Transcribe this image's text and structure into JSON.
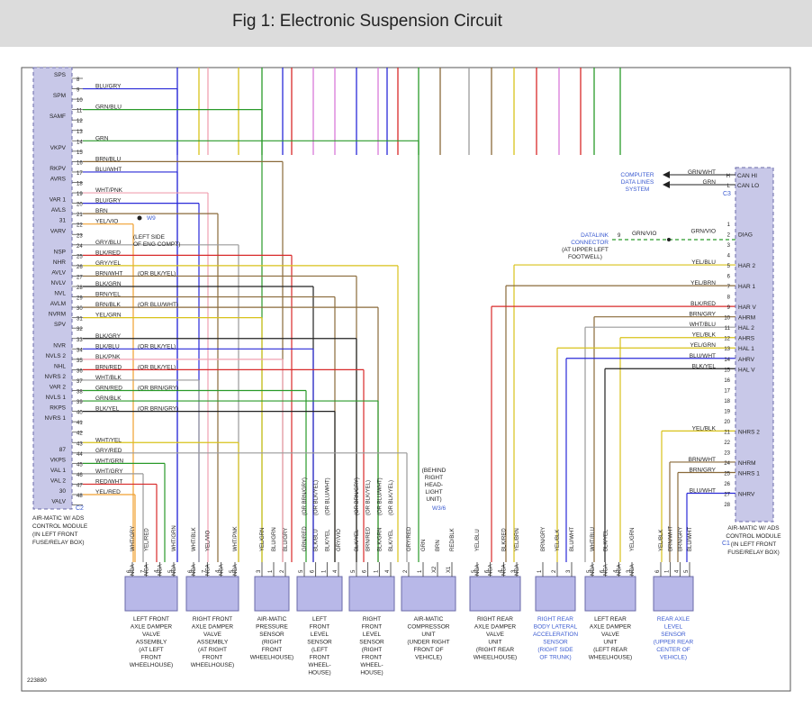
{
  "header": {
    "title": "Fig 1: Electronic Suspension Circuit"
  },
  "colors": {
    "blue": "#2a2ad8",
    "green": "#2a9a2a",
    "red": "#d82a2a",
    "yellow": "#d8c21a",
    "violet": "#d87ad8",
    "brown": "#8a6a3a",
    "gray": "#9a9a9a",
    "pink": "#f0a0b0",
    "orange": "#f0a030",
    "black": "#222222",
    "module": "#c8c8e8",
    "box": "#b8b8e8",
    "accent": "#3a5ad0"
  },
  "left_module": {
    "pins": [
      {
        "pin": "8",
        "fn": "SPS",
        "wire": "",
        "color": "",
        "note": ""
      },
      {
        "pin": "9",
        "fn": "",
        "wire": "BLU/GRY",
        "color": "blue",
        "note": ""
      },
      {
        "pin": "10",
        "fn": "SPM",
        "wire": "",
        "color": "",
        "note": ""
      },
      {
        "pin": "11",
        "fn": "",
        "wire": "GRN/BLU",
        "color": "green",
        "note": ""
      },
      {
        "pin": "12",
        "fn": "SAMF",
        "wire": "",
        "color": "",
        "note": ""
      },
      {
        "pin": "13",
        "fn": "",
        "wire": "",
        "color": "",
        "note": ""
      },
      {
        "pin": "14",
        "fn": "",
        "wire": "GRN",
        "color": "green",
        "note": ""
      },
      {
        "pin": "15",
        "fn": "VKPV",
        "wire": "",
        "color": "",
        "note": ""
      },
      {
        "pin": "16",
        "fn": "",
        "wire": "BRN/BLU",
        "color": "brown",
        "note": ""
      },
      {
        "pin": "17",
        "fn": "RKPV",
        "wire": "BLU/WHT",
        "color": "blue",
        "note": ""
      },
      {
        "pin": "18",
        "fn": "AVRS",
        "wire": "",
        "color": "",
        "note": ""
      },
      {
        "pin": "19",
        "fn": "",
        "wire": "WHT/PNK",
        "color": "pink",
        "note": ""
      },
      {
        "pin": "20",
        "fn": "VAR 1",
        "wire": "BLU/GRY",
        "color": "blue",
        "note": ""
      },
      {
        "pin": "21",
        "fn": "AVLS",
        "wire": "BRN",
        "color": "brown",
        "note": ""
      },
      {
        "pin": "22",
        "fn": "31",
        "wire": "YEL/VIO",
        "color": "orange",
        "note": ""
      },
      {
        "pin": "23",
        "fn": "VARV",
        "wire": "",
        "color": "",
        "note": ""
      },
      {
        "pin": "24",
        "fn": "",
        "wire": "GRY/BLU",
        "color": "gray",
        "note": ""
      },
      {
        "pin": "25",
        "fn": "NSP",
        "wire": "BLK/RED",
        "color": "red",
        "note": ""
      },
      {
        "pin": "26",
        "fn": "NHR",
        "wire": "GRY/YEL",
        "color": "yellow",
        "note": ""
      },
      {
        "pin": "27",
        "fn": "AVLV",
        "wire": "BRN/WHT",
        "color": "brown",
        "note": "(OR BLK/YEL)"
      },
      {
        "pin": "28",
        "fn": "NVLV",
        "wire": "BLK/GRN",
        "color": "black",
        "note": ""
      },
      {
        "pin": "29",
        "fn": "NVL",
        "wire": "BRN/YEL",
        "color": "brown",
        "note": ""
      },
      {
        "pin": "30",
        "fn": "AVLM",
        "wire": "BRN/BLK",
        "color": "brown",
        "note": "(OR BLU/WHT)"
      },
      {
        "pin": "31",
        "fn": "NVRM",
        "wire": "YEL/GRN",
        "color": "yellow",
        "note": ""
      },
      {
        "pin": "32",
        "fn": "SPV",
        "wire": "",
        "color": "",
        "note": ""
      },
      {
        "pin": "33",
        "fn": "",
        "wire": "BLK/GRY",
        "color": "black",
        "note": ""
      },
      {
        "pin": "34",
        "fn": "NVR",
        "wire": "BLK/BLU",
        "color": "blue",
        "note": "(OR BLK/YEL)"
      },
      {
        "pin": "35",
        "fn": "NVLS 2",
        "wire": "BLK/PNK",
        "color": "pink",
        "note": ""
      },
      {
        "pin": "36",
        "fn": "NHL",
        "wire": "BRN/RED",
        "color": "red",
        "note": "(OR BLK/YEL)"
      },
      {
        "pin": "37",
        "fn": "NVRS 2",
        "wire": "WHT/BLK",
        "color": "gray",
        "note": ""
      },
      {
        "pin": "38",
        "fn": "VAR 2",
        "wire": "GRN/RED",
        "color": "green",
        "note": "(OR BRN/GRY)"
      },
      {
        "pin": "39",
        "fn": "NVLS 1",
        "wire": "GRN/BLK",
        "color": "green",
        "note": ""
      },
      {
        "pin": "40",
        "fn": "RKPS",
        "wire": "BLK/YEL",
        "color": "black",
        "note": "(OR BRN/GRY)"
      },
      {
        "pin": "41",
        "fn": "NVRS 1",
        "wire": "",
        "color": "",
        "note": ""
      },
      {
        "pin": "42",
        "fn": "",
        "wire": "",
        "color": "",
        "note": ""
      },
      {
        "pin": "43",
        "fn": "",
        "wire": "WHT/YEL",
        "color": "yellow",
        "note": ""
      },
      {
        "pin": "44",
        "fn": "87",
        "wire": "GRY/RED",
        "color": "gray",
        "note": ""
      },
      {
        "pin": "45",
        "fn": "VKPS",
        "wire": "WHT/GRN",
        "color": "green",
        "note": ""
      },
      {
        "pin": "46",
        "fn": "VAL 1",
        "wire": "WHT/GRY",
        "color": "gray",
        "note": ""
      },
      {
        "pin": "47",
        "fn": "VAL 2",
        "wire": "RED/WHT",
        "color": "red",
        "note": ""
      },
      {
        "pin": "48",
        "fn": "30",
        "wire": "YEL/RED",
        "color": "orange",
        "note": ""
      },
      {
        "pin": "",
        "fn": "VALV",
        "wire": "",
        "color": "",
        "note": ""
      }
    ],
    "connector": "C2",
    "label": "AIR-MATIC W/ ADS\nCONTROL MODULE\n(IN LEFT FRONT\nFUSE/RELAY BOX)"
  },
  "ground": {
    "id": "W9",
    "label": "(LEFT SIDE\nOF ENG COMPT)"
  },
  "right_module": {
    "top_pins": [
      {
        "pin": "H",
        "fn": "CAN HI",
        "wire": "GRN/WHT"
      },
      {
        "pin": "L",
        "fn": "CAN LO",
        "wire": "GRN"
      }
    ],
    "top_connector": "C3",
    "pins": [
      {
        "pin": "1",
        "fn": "",
        "wire": ""
      },
      {
        "pin": "2",
        "fn": "DIAG",
        "wire": "GRN/VIO"
      },
      {
        "pin": "3",
        "fn": "",
        "wire": ""
      },
      {
        "pin": "4",
        "fn": "",
        "wire": ""
      },
      {
        "pin": "5",
        "fn": "HAR 2",
        "wire": "YEL/BLU"
      },
      {
        "pin": "6",
        "fn": "",
        "wire": ""
      },
      {
        "pin": "7",
        "fn": "HAR 1",
        "wire": "YEL/BRN"
      },
      {
        "pin": "8",
        "fn": "",
        "wire": ""
      },
      {
        "pin": "9",
        "fn": "HAR V",
        "wire": "BLK/RED"
      },
      {
        "pin": "10",
        "fn": "AHRM",
        "wire": "BRN/GRY"
      },
      {
        "pin": "11",
        "fn": "HAL 2",
        "wire": "WHT/BLU"
      },
      {
        "pin": "12",
        "fn": "AHRS",
        "wire": "YEL/BLK"
      },
      {
        "pin": "13",
        "fn": "HAL 1",
        "wire": "YEL/GRN"
      },
      {
        "pin": "14",
        "fn": "AHRV",
        "wire": "BLU/WHT"
      },
      {
        "pin": "15",
        "fn": "HAL V",
        "wire": "BLK/YEL"
      },
      {
        "pin": "16",
        "fn": "",
        "wire": ""
      },
      {
        "pin": "17",
        "fn": "",
        "wire": ""
      },
      {
        "pin": "18",
        "fn": "",
        "wire": ""
      },
      {
        "pin": "19",
        "fn": "",
        "wire": ""
      },
      {
        "pin": "20",
        "fn": "",
        "wire": ""
      },
      {
        "pin": "21",
        "fn": "NHRS 2",
        "wire": "YEL/BLK"
      },
      {
        "pin": "22",
        "fn": "",
        "wire": ""
      },
      {
        "pin": "23",
        "fn": "",
        "wire": ""
      },
      {
        "pin": "24",
        "fn": "NHRM",
        "wire": "BRN/WHT"
      },
      {
        "pin": "25",
        "fn": "NHRS 1",
        "wire": "BRN/GRY"
      },
      {
        "pin": "26",
        "fn": "",
        "wire": ""
      },
      {
        "pin": "27",
        "fn": "NHRV",
        "wire": "BLU/WHT"
      },
      {
        "pin": "28",
        "fn": "",
        "wire": ""
      }
    ],
    "bottom_connector": "C1",
    "label": "AIR-MATIC W/ ADS\nCONTROL MODULE\n(IN LEFT FRONT\nFUSE/RELAY BOX)"
  },
  "computer_data_lines": "COMPUTER\nDATA LINES\nSYSTEM",
  "datalink": {
    "label": "DATALINK\nCONNECTOR",
    "pin": "9",
    "wire": "GRN/VIO",
    "sub": "(AT UPPER LEFT\nFOOTWELL)"
  },
  "compressor_note": "(BEHIND\nRIGHT\nHEAD-\nLIGHT\nUNIT)",
  "compressor_connector": "W3/6",
  "components": [
    {
      "name": "LEFT FRONT\nAXLE DAMPER\nVALVE\nASSEMBLY\n(AT LEFT\nFRONT\nWHEELHOUSE)",
      "pins": [
        "6",
        "7",
        "4",
        "5"
      ],
      "wires": [
        "WHT/GRY",
        "YEL/RED",
        "",
        "WHT/GRN"
      ],
      "tags": [
        "NCA",
        "NCA",
        "NCA",
        "NCA"
      ]
    },
    {
      "name": "RIGHT FRONT\nAXLE DAMPER\nVALVE\nASSEMBLY\n(AT RIGHT\nFRONT\nWHEELHOUSE)",
      "pins": [
        "6",
        "7",
        "4",
        "5"
      ],
      "wires": [
        "WHT/BLK",
        "YEL/VIO",
        "",
        "WHT/PNK"
      ],
      "tags": [
        "NCA",
        "NCA",
        "NCA",
        "NCA"
      ]
    },
    {
      "name": "AIR-MATIC\nPRESSURE\nSENSOR\n(RIGHT\nFRONT\nWHEELHOUSE)",
      "pins": [
        "3",
        "1",
        "2"
      ],
      "wires": [
        "YEL/GRN",
        "BLU/GRN",
        "BLU/GRY"
      ],
      "tags": []
    },
    {
      "name": "LEFT\nFRONT\nLEVEL\nSENSOR\n(LEFT\nFRONT\nWHEEL-\nHOUSE)",
      "pins": [
        "5",
        "6",
        "1",
        "4"
      ],
      "wires": [
        "GRN/RED",
        "BLK/BLU",
        "BLK/YEL",
        "GRY/VIO"
      ],
      "notes": [
        "(OR BRN/GRY)",
        "(OR BLK/YEL)",
        "(OR BLU/WHT)",
        ""
      ],
      "tags": []
    },
    {
      "name": "RIGHT\nFRONT\nLEVEL\nSENSOR\n(RIGHT\nFRONT\nWHEEL-\nHOUSE)",
      "pins": [
        "5",
        "6",
        "1",
        "4"
      ],
      "wires": [
        "BLK/YEL",
        "BRN/RED",
        "BLK/GRN",
        "BLK/YEL"
      ],
      "notes": [
        "(OR BRN/GRY)",
        "(OR BLK/YEL)",
        "(OR BLU/WHT)",
        "(OR BLK/YEL)"
      ],
      "tags": []
    },
    {
      "name": "AIR-MATIC\nCOMPRESSOR\nUNIT\n(UNDER RIGHT\nFRONT OF\nVEHICLE)",
      "pins": [
        "2",
        "1",
        "X2",
        "X1"
      ],
      "wires": [
        "GRY/RED",
        "GRN",
        "BRN",
        "RED/BLK"
      ],
      "tags": []
    },
    {
      "name": "RIGHT REAR\nAXLE DAMPER\nVALVE\nUNIT\n(RIGHT REAR\nWHEELHOUSE)",
      "pins": [
        "5",
        "6",
        "4",
        "3"
      ],
      "wires": [
        "YEL/BLU",
        "",
        "BLK/RED",
        "YEL/BRN"
      ],
      "tags": [
        "NCA",
        "NCA",
        "NCA",
        "NCA"
      ]
    },
    {
      "name": "RIGHT REAR\nBODY LATERAL\nACCELERATION\nSENSOR\n(RIGHT SIDE\nOF TRUNK)",
      "pins": [
        "1",
        "2",
        "3"
      ],
      "wires": [
        "BRN/GRY",
        "YEL/BLK",
        "BLU/WHT"
      ],
      "tags": [],
      "accent": true
    },
    {
      "name": "LEFT REAR\nAXLE DAMPER\nVALVE\nUNIT\n(LEFT REAR\nWHEELHOUSE)",
      "pins": [
        "5",
        "6",
        "4",
        "3"
      ],
      "wires": [
        "WHT/BLU",
        "BLK/YEL",
        "",
        "YEL/GRN"
      ],
      "tags": [
        "NCA",
        "NCA",
        "NCA",
        "NCA"
      ]
    },
    {
      "name": "REAR AXLE\nLEVEL\nSENSOR\n(UPPER REAR\nCENTER OF\nVEHICLE)",
      "pins": [
        "6",
        "1",
        "4",
        "5"
      ],
      "wires": [
        "YEL/BLK",
        "BRN/WHT",
        "BRN/GRY",
        "BLU/WHT"
      ],
      "tags": [],
      "accent": true
    }
  ],
  "diagram_id": "223880"
}
